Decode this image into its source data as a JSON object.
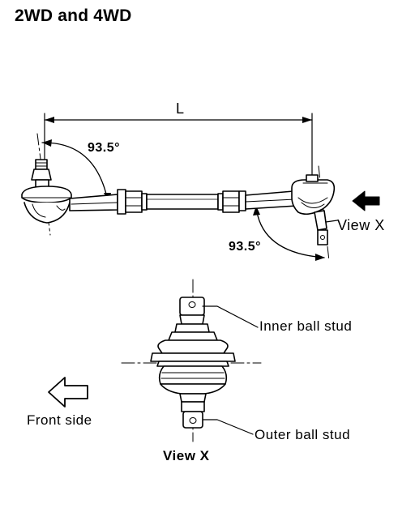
{
  "heading": "2WD and 4WD",
  "top_view": {
    "dimension_label": "L",
    "angle_left": "93.5°",
    "angle_right": "93.5°",
    "view_label": "View X"
  },
  "detail_view": {
    "inner_label": "Inner ball stud",
    "outer_label": "Outer ball stud",
    "front_label": "Front side",
    "caption": "View X"
  }
}
